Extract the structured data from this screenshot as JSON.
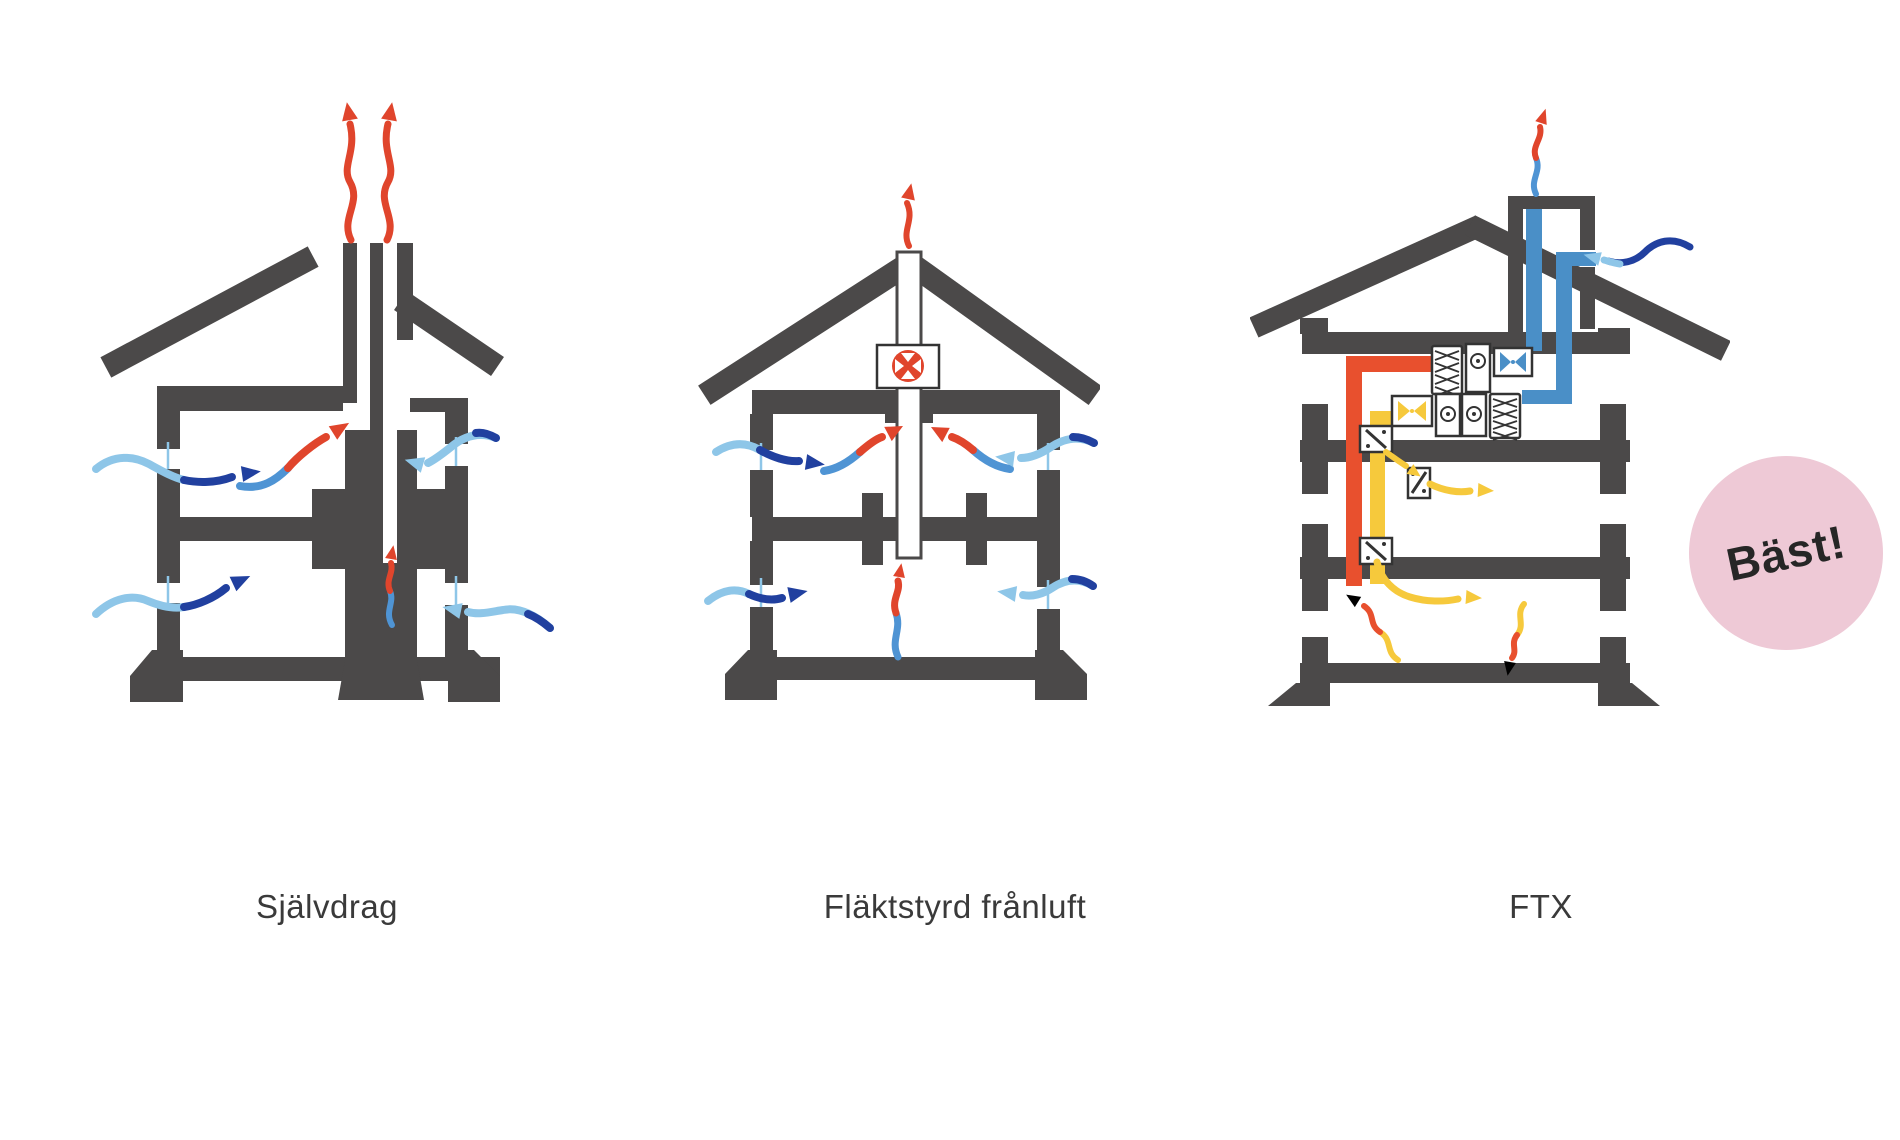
{
  "page": {
    "background": "#ffffff"
  },
  "diagrams": [
    {
      "id": "sjalvdrag",
      "label": "Självdrag"
    },
    {
      "id": "flaktstyrd-franluft",
      "label": "Fläktstyrd frånluft"
    },
    {
      "id": "ftx",
      "label": "FTX",
      "badge": "Bäst!"
    }
  ],
  "icons": {
    "warm_air": "red-wavy-arrow-icon",
    "cold_air": "blue-wavy-arrow-icon",
    "exhaust_fan": "fan-pinwheel-icon",
    "heat_exchanger": "crosshatch-block-icon",
    "supply_fan": "circle-fan-icon",
    "damper": "slash-box-icon"
  },
  "colors": {
    "page": "#ffffff",
    "house": "#4b4949",
    "warm_red": "#e0452c",
    "pipe_red": "#e8502e",
    "blue_dark": "#21409f",
    "blue_mid": "#4f94d4",
    "blue_light": "#8ec6e8",
    "pipe_blue": "#4a8fc7",
    "yellow": "#f6c93c",
    "badge_pink": "#eec9d6",
    "badge_text": "#262626",
    "label_text": "#3a3a3a",
    "unit_ink": "#333333"
  }
}
